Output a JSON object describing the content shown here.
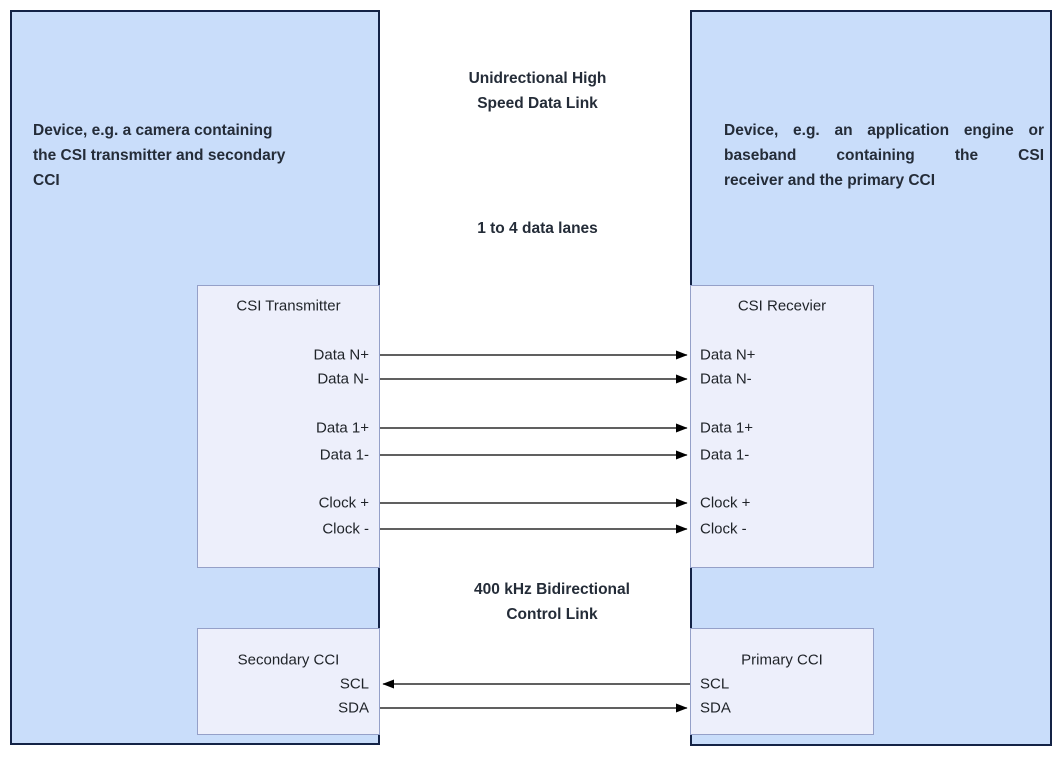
{
  "diagram": {
    "left_device": {
      "lines": [
        "Device, e.g. a camera containing",
        "the CSI transmitter and secondary",
        "CCI"
      ]
    },
    "right_device": {
      "lines": [
        "Device, e.g. an application engine or",
        "baseband containing the CSI",
        "receiver and the primary CCI"
      ]
    },
    "high_speed_link_label": "Unidrectional High\nSpeed Data Link",
    "data_lanes_label": "1 to 4 data lanes",
    "control_link_label": "400 kHz Bidirectional\nControl Link",
    "transmitter": {
      "title": "CSI Transmitter",
      "signals": [
        "Data N+",
        "Data N-",
        "Data 1+",
        "Data 1-",
        "Clock +",
        "Clock -"
      ]
    },
    "receiver": {
      "title": "CSI Recevier",
      "signals": [
        "Data N+",
        "Data N-",
        "Data 1+",
        "Data 1-",
        "Clock +",
        "Clock -"
      ]
    },
    "secondary_cci": {
      "title": "Secondary CCI",
      "signals": [
        "SCL",
        "SDA"
      ]
    },
    "primary_cci": {
      "title": "Primary CCI",
      "signals": [
        "SCL",
        "SDA"
      ]
    },
    "colors": {
      "device_fill": "#c9ddfa",
      "device_border": "#142346",
      "module_fill": "#edeffb",
      "module_border": "#95a0c8",
      "line": "#000000",
      "text": "#242c38"
    }
  }
}
